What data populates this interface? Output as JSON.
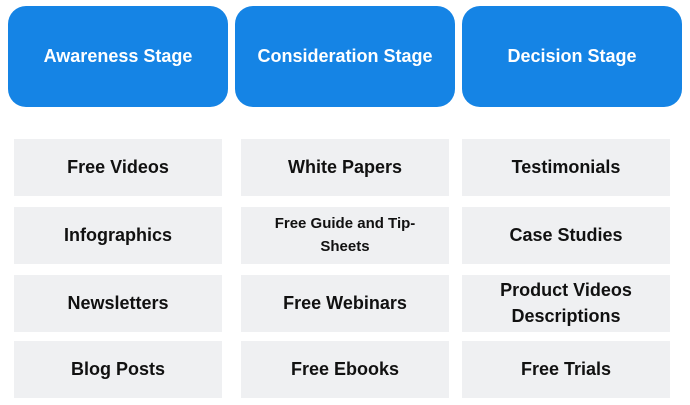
{
  "stages": [
    {
      "label": "Awareness Stage",
      "items": [
        "Free Videos",
        "Infographics",
        "Newsletters",
        "Blog Posts"
      ]
    },
    {
      "label": "Consideration Stage",
      "items": [
        "White Papers",
        "Free Guide and Tip-Sheets",
        "Free Webinars",
        "Free Ebooks"
      ]
    },
    {
      "label": "Decision Stage",
      "items": [
        "Testimonials",
        "Case Studies",
        "Product Videos Descriptions",
        "Free Trials"
      ]
    }
  ],
  "colors": {
    "header_blue": "#1584e5",
    "cell_gray": "#eff0f2",
    "header_text": "#ffffff",
    "cell_text": "#111111"
  }
}
